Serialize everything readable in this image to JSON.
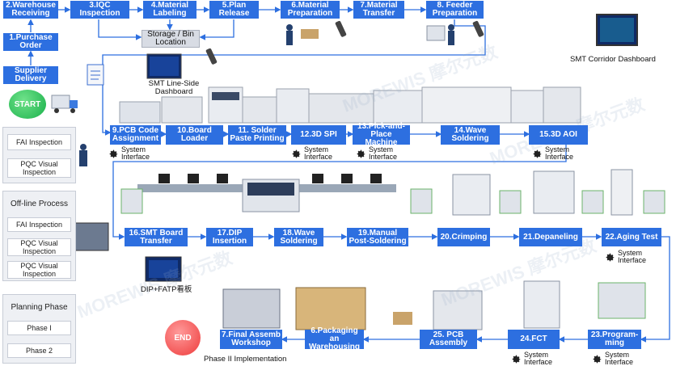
{
  "steps": {
    "s1": "1.Purchase\nOrder",
    "s2": "2.Warehouse\nReceiving",
    "s3": "3.IQC\nInspection",
    "s4": "4.Material\nLabeling",
    "s5": "5.Plan\nRelease",
    "s6": "6.Material\nPreparation",
    "s7": "7.Material\nTransfer",
    "s8": "8. Feeder\nPreparation",
    "s9": "9.PCB Code\nAssignment",
    "s10": "10.Board\nLoader",
    "s11": "11. Solder\nPaste Printing",
    "s12": "12.3D SPI",
    "s13": "13.Pick-and-\nPlace Machine",
    "s14": "14.Wave\nSoldering",
    "s15": "15.3D AOI",
    "s16": "16.SMT Board\nTransfer",
    "s17": "17.DIP\nInsertion",
    "s18": "18.Wave\nSoldering",
    "s19": "19.Manual\nPost-Soldering",
    "s20": "20.Crimping",
    "s21": "21.Depaneling",
    "s22": "22.Aging Test",
    "s23": "23.Program-\nming",
    "s24": "24.FCT",
    "s25": "25. PCB\nAssembly",
    "p2_6": "6.Packaging an\nWarehousing",
    "p2_7": "7.Final Assemb\nWorkshop",
    "supplier": "Supplier\nDelivery"
  },
  "storage": "Storage / Bin\nLocation",
  "start_label": "START",
  "end_label": "END",
  "labels": {
    "smt_line_side": "SMT Line-Side\nDashboard",
    "smt_corridor": "SMT Corridor Dashboard",
    "dip_fatp": "DIP+FATP看板",
    "phase2": "Phase II Implementation",
    "watermark": "MOREWIS 摩尔元数"
  },
  "system_interface": "System\nInterface",
  "panels": {
    "inspection": {
      "items": [
        "FAI Inspection",
        "PQC Visual\nInspection"
      ]
    },
    "offline": {
      "title": "Off-line Process",
      "items": [
        "FAI Inspection",
        "PQC Visual\nInspection",
        "PQC Visual\nInspection"
      ]
    },
    "planning": {
      "title": "Planning Phase",
      "items": [
        "Phase I",
        "Phase 2"
      ]
    }
  },
  "colors": {
    "step_blue": "#2d6fe0",
    "arrow_blue": "#2d6fe0",
    "start_green": "#19b04a",
    "end_red": "#ee3b3b"
  }
}
